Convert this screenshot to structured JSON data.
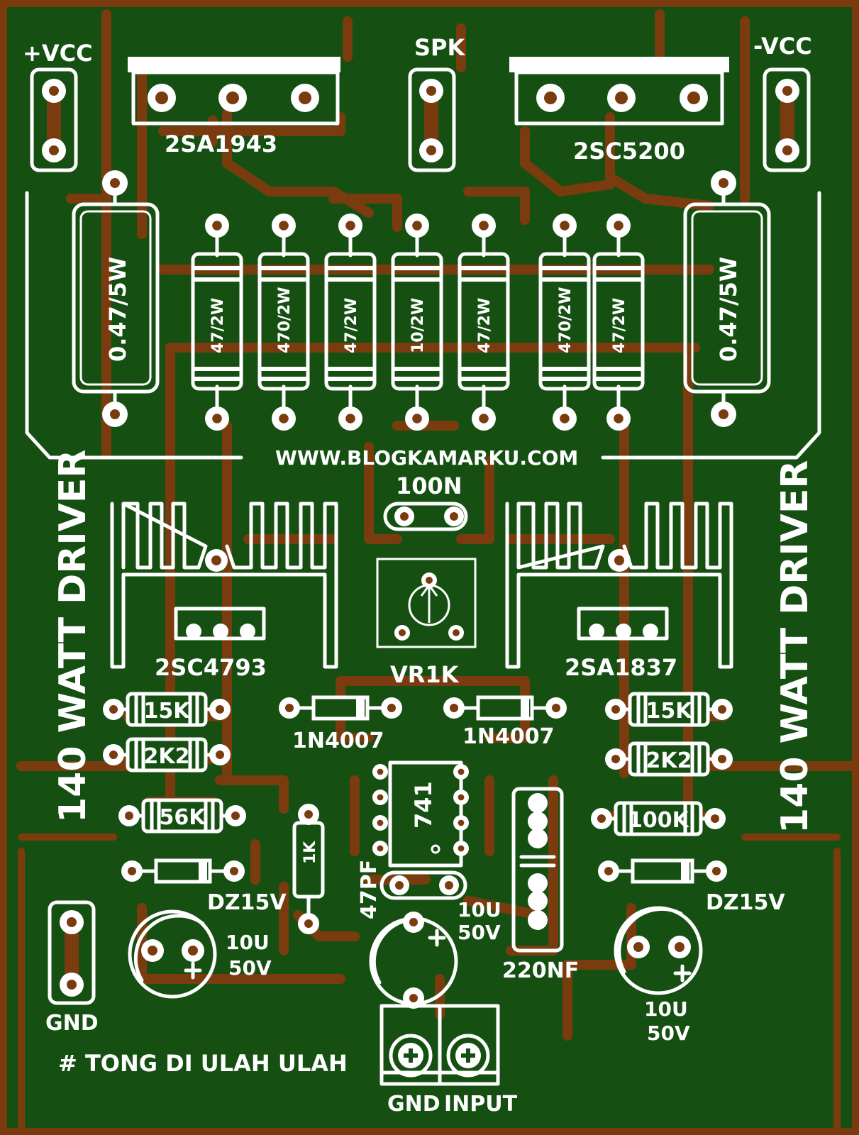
{
  "board": {
    "colors": {
      "copper_pour": "#155012",
      "trace": "#7a3c0f",
      "silkscreen": "#ffffff",
      "pad": "#ffffff"
    }
  },
  "labels": {
    "pvcc": "+VCC",
    "nvcc": "-VCC",
    "spk": "SPK",
    "gnd": "GND",
    "gnd_input_gnd": "GND",
    "gnd_input_in": "INPUT",
    "website": "WWW.BLOGKAMARKU.COM",
    "title_left": "140 WATT DRIVER",
    "title_right": "140 WATT DRIVER",
    "footer": "# TONG DI ULAH ULAH"
  },
  "transistors": {
    "q_left": "2SA1943",
    "q_right": "2SC5200",
    "driver_left": "2SC4793",
    "driver_right": "2SA1837"
  },
  "resistors": {
    "big_left": "0.47/5W",
    "big_right": "0.47/5W",
    "r1": "47/2W",
    "r2": "470/2W",
    "r3": "47/2W",
    "r4": "10/2W",
    "r5": "47/2W",
    "r6": "470/2W",
    "r7": "47/2W",
    "r15k_left": "15K",
    "r2k2_left": "2K2",
    "r56k": "56K",
    "r15k_right": "15K",
    "r2k2_right": "2K2",
    "r100k": "100K",
    "r1k": "1K"
  },
  "caps": {
    "c100n": "100N",
    "c47pf": "47PF",
    "c220nf": "220NF",
    "c_left_v": "10U",
    "c_left_u": "50V",
    "c_mid_v": "10U",
    "c_mid_u": "50V",
    "c_right_v": "10U",
    "c_right_u": "50V"
  },
  "diodes": {
    "d_left": "1N4007",
    "d_right": "1N4007",
    "dz_left": "DZ15V",
    "dz_right": "DZ15V"
  },
  "misc": {
    "vr": "VR1K",
    "ic": "741"
  }
}
